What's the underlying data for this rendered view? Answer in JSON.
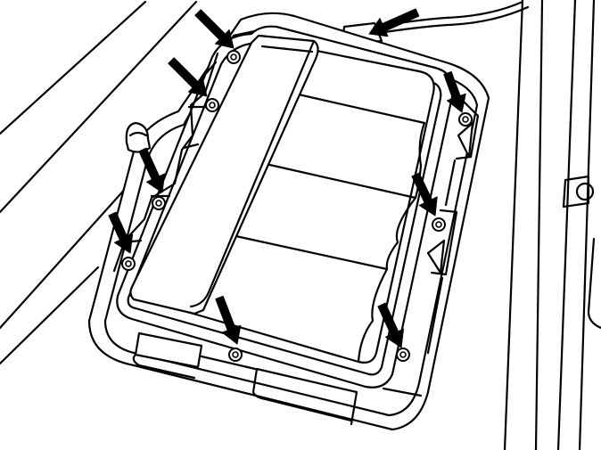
{
  "figure": {
    "kind": "technical-line-drawing",
    "colors": {
      "line": "#000000",
      "background": "#ffffff",
      "shade": "#e4e4e4"
    },
    "arrow_count": 9,
    "screw_count": 8,
    "icons": [
      "arrow-icon",
      "screw-icon"
    ]
  }
}
